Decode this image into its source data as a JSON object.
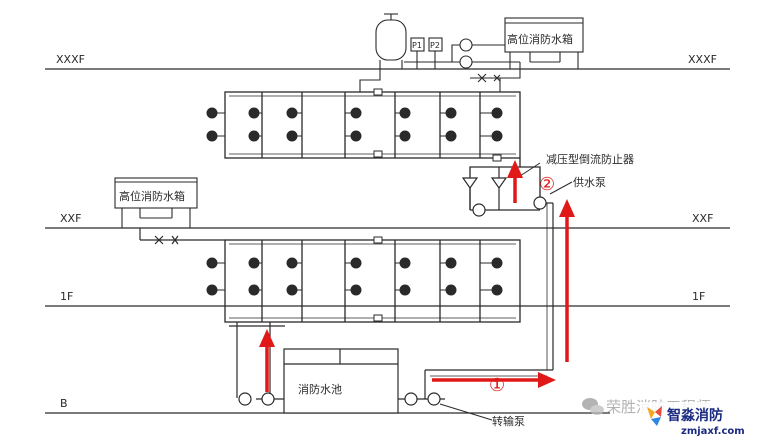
{
  "floors": {
    "top_left": "XXXF",
    "top_right": "XXXF",
    "mid_left": "XXF",
    "mid_right": "XXF",
    "first_left": "1F",
    "first_right": "1F",
    "basement": "B"
  },
  "labels": {
    "tank_top": "高位消防水箱",
    "tank_mid": "高位消防水箱",
    "pool": "消防水池",
    "backflow_valve": "减压型倒流防止器",
    "supply_pump": "供水泵",
    "transfer_pump": "转输泵",
    "gauge_p1": "P1",
    "gauge_p2": "P2",
    "step1": "①",
    "step2": "②"
  },
  "colors": {
    "line": "#2a2a2a",
    "flow_arrow": "#e01818",
    "step_number": "#e01818",
    "background": "#ffffff"
  },
  "watermark": {
    "account_text": "荣胜消防工程师",
    "brand_name": "智淼消防",
    "brand_url": "zmjaxf.com"
  }
}
